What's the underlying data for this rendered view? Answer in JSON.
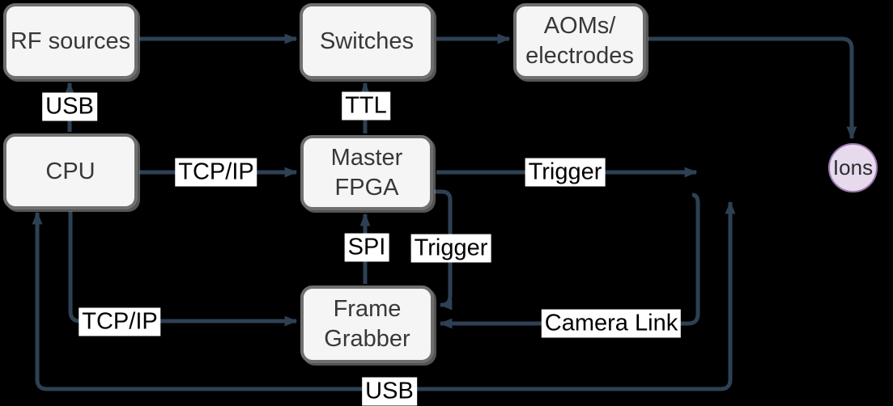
{
  "diagram": {
    "title": "experiment-control-block-diagram",
    "background_color": "#000000",
    "wire_color": "#2e4154",
    "node_fill": "#f5f5f5",
    "node_border_color": "#6f6f6f",
    "node_text_color": "#383838",
    "ions_fill": "#e7daed",
    "ions_border_color": "#9a77ad",
    "label_background": "#ffffff",
    "label_text_color": "#000000",
    "nodes": {
      "rf": {
        "label": "RF sources"
      },
      "switches": {
        "label": "Switches"
      },
      "aoms": {
        "line1": "AOMs/",
        "line2": "electrodes"
      },
      "cpu": {
        "label": "CPU"
      },
      "fpga": {
        "line1": "Master",
        "line2": "FPGA"
      },
      "grabber": {
        "line1": "Frame",
        "line2": "Grabber"
      },
      "ions": {
        "label": "Ions"
      }
    },
    "labels": {
      "usb_top": "USB",
      "ttl": "TTL",
      "tcpip_top": "TCP/IP",
      "trigger_right": "Trigger",
      "spi": "SPI",
      "trigger_down": "Trigger",
      "tcpip_bottom": "TCP/IP",
      "camera_link": "Camera Link",
      "usb_bottom": "USB"
    },
    "edges": [
      {
        "from": "rf",
        "to": "switches",
        "label": ""
      },
      {
        "from": "switches",
        "to": "aoms",
        "label": ""
      },
      {
        "from": "aoms",
        "to": "ions",
        "label": ""
      },
      {
        "from": "cpu",
        "to": "rf",
        "label": "USB"
      },
      {
        "from": "cpu",
        "to": "fpga",
        "label": "TCP/IP"
      },
      {
        "from": "fpga",
        "to": "switches",
        "label": "TTL"
      },
      {
        "from": "fpga",
        "to": null,
        "label": "Trigger"
      },
      {
        "from": "fpga",
        "to": "grabber",
        "label": "Trigger"
      },
      {
        "from": "grabber",
        "to": "fpga",
        "label": "SPI"
      },
      {
        "from": "cpu",
        "to": "grabber",
        "label": "TCP/IP"
      },
      {
        "from": null,
        "to": "grabber",
        "label": "Camera Link"
      },
      {
        "from": "cpu",
        "to": null,
        "label": "USB",
        "bidirectional": true
      }
    ]
  }
}
